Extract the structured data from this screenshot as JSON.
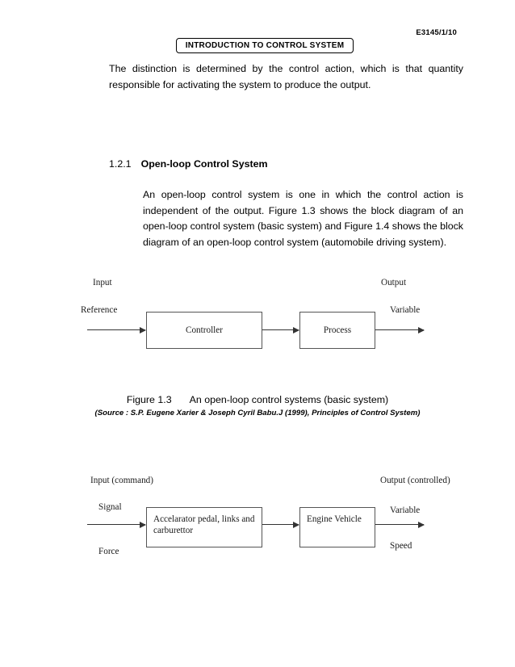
{
  "header": {
    "page_code": "E3145/1/10",
    "title_box": "INTRODUCTION TO CONTROL SYSTEM"
  },
  "body": {
    "intro_paragraph": "The distinction is determined by the control action, which is that quantity responsible for activating the system to produce the output.",
    "section": {
      "number": "1.2.1",
      "title": "Open-loop Control System"
    },
    "section_paragraph": "An open-loop control system is one in which the control action is independent of the output. Figure 1.3 shows the block diagram of an open-loop control system (basic system) and Figure 1.4 shows the block diagram of an open-loop control system (automobile driving system)."
  },
  "figure_1_3": {
    "labels": {
      "input": "Input",
      "reference": "Reference",
      "output": "Output",
      "variable": "Variable"
    },
    "blocks": [
      {
        "name": "controller",
        "text": "Controller"
      },
      {
        "name": "process",
        "text": "Process"
      }
    ],
    "caption_number": "Figure 1.3",
    "caption_text": "An open-loop control systems (basic system)",
    "source": "(Source : S.P. Eugene Xarier & Joseph Cyril Babu.J (1999), Principles of Control System)"
  },
  "figure_1_4": {
    "labels": {
      "input": "Input (command)",
      "signal": "Signal",
      "force": "Force",
      "output": "Output (controlled)",
      "variable": "Variable",
      "speed": "Speed"
    },
    "blocks": [
      {
        "name": "accelerator",
        "text": "Accelarator pedal, links and carburettor"
      },
      {
        "name": "engine-vehicle",
        "text": "Engine Vehicle"
      }
    ]
  }
}
